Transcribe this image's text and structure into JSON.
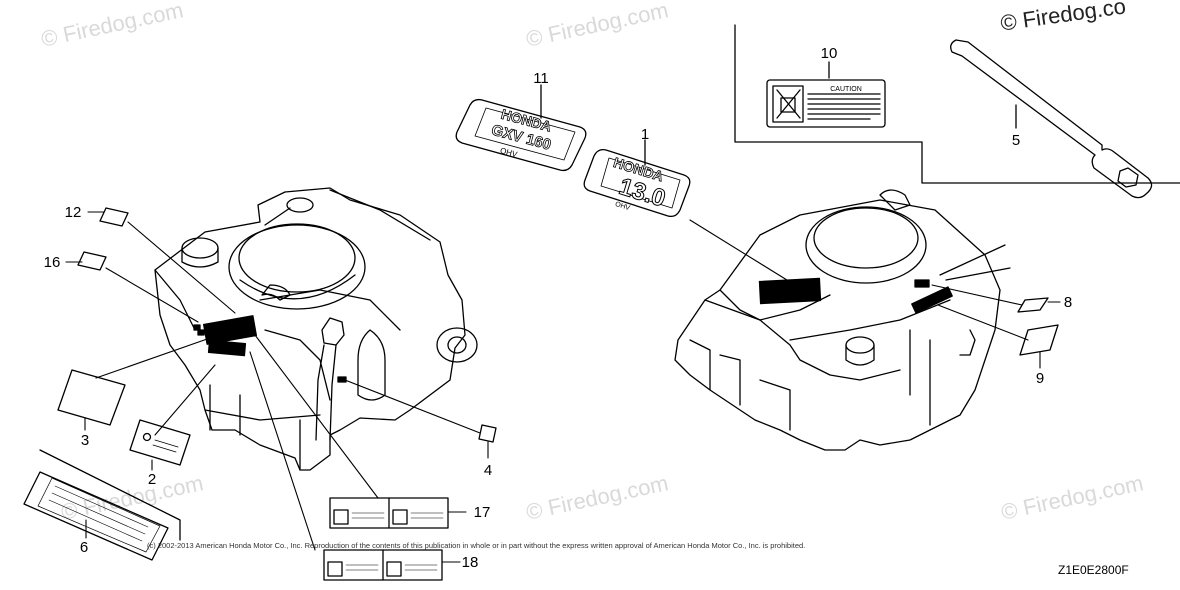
{
  "watermark": "© Firedog.com",
  "corner_watermark": "© Firedog.co",
  "copyright": "(c) 2002-2013 American Honda Motor Co., Inc. Reproduction of the contents of this publication in whole or in part without the express written approval of American Honda Motor Co., Inc. is prohibited.",
  "figure_code": "Z1E0E2800F",
  "callouts": {
    "c1": "1",
    "c2": "2",
    "c3": "3",
    "c4": "4",
    "c5": "5",
    "c6": "6",
    "c8": "8",
    "c9": "9",
    "c10": "10",
    "c11": "11",
    "c12": "12",
    "c16": "16",
    "c17": "17",
    "c18": "18"
  },
  "decals": {
    "honda_a": "HONDA",
    "gxv_model": "GXV 160",
    "ohv_a": "OHV",
    "honda_b": "HONDA",
    "hp_value": "13.0",
    "ohv_b": "OHV",
    "caution_text": "CAUTION"
  }
}
